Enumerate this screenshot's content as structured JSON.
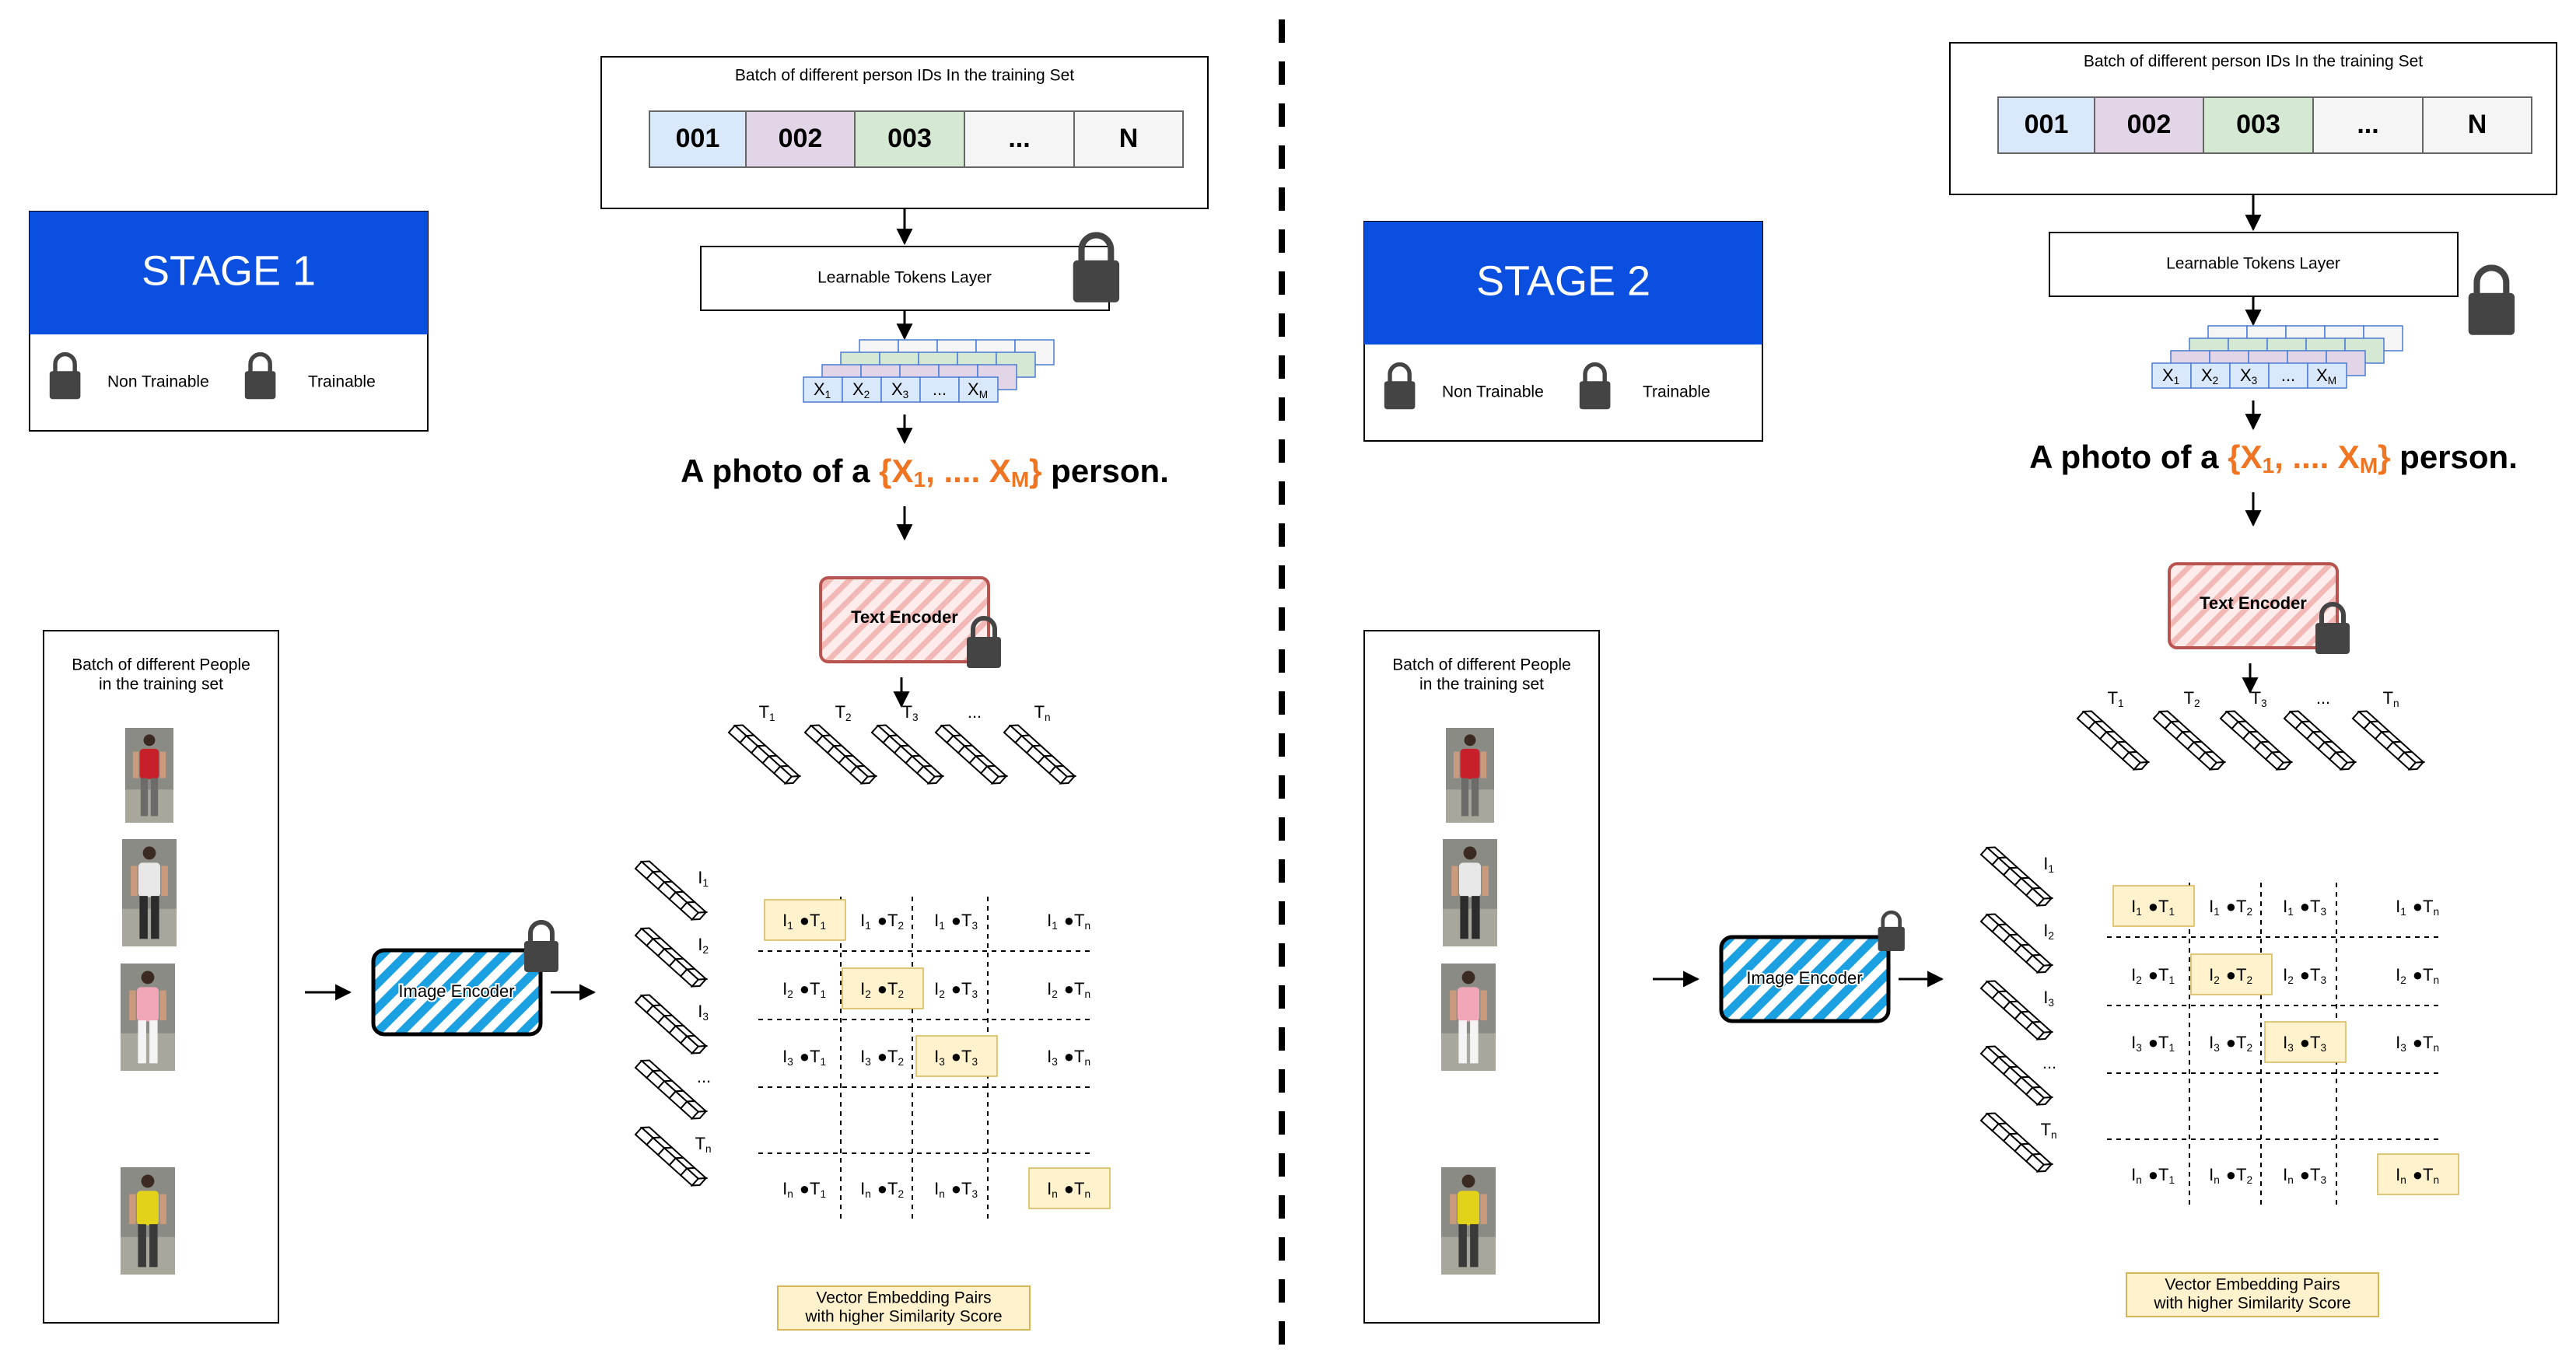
{
  "colors": {
    "stage_header": "#0a4fe0",
    "id_fill": [
      "#dae8fc",
      "#e1d5e7",
      "#d5e8d4",
      "#f5f5f5",
      "#f5f5f5"
    ],
    "highlight": "#fff2cc",
    "highlight_border": "#d6b656",
    "orange": "#f07522",
    "text_encoder": "#f8cecc",
    "text_encoder_border": "#b85450",
    "image_encoder": "#1ba1e2",
    "lock": "#444444"
  },
  "panels": [
    {
      "stage_title": "STAGE 1",
      "legend": {
        "non_trainable": "Non Trainable",
        "trainable": "Trainable"
      },
      "ids_title": "Batch of different person IDs In the training Set",
      "ids": [
        "001",
        "002",
        "003",
        "...",
        "N"
      ],
      "learnable_tokens": "Learnable Tokens Layer",
      "token_cells": [
        "X1",
        "X2",
        "X3",
        "...",
        "XM"
      ],
      "prompt": {
        "before": "A photo of a ",
        "highlight_open": "{X",
        "sub1": "1",
        "dots": ", .... X",
        "subM": "M",
        "highlight_close": "}",
        "after": " person."
      },
      "text_encoder": "Text Encoder",
      "image_encoder": "Image Encoder",
      "people_title": [
        "Batch of different People",
        "in the training set"
      ],
      "t_labels": [
        "T1",
        "T2",
        "T3",
        "...",
        "Tn"
      ],
      "i_labels": [
        "I1",
        "I2",
        "I3",
        "...",
        "Tn"
      ],
      "matrix": [
        [
          "I1 ●T1",
          "I1 ●T2",
          "I1 ●T3",
          "I1 ●Tn"
        ],
        [
          "I2 ●T1",
          "I2 ●T2",
          "I2 ●T3",
          "I2 ●Tn"
        ],
        [
          "I3 ●T1",
          "I3 ●T2",
          "I3 ●T3",
          "I3 ●Tn"
        ],
        [
          "In ●T1",
          "In ●T2",
          "In ●T3",
          "In ●Tn"
        ]
      ],
      "similarity_note": [
        "Vector Embedding Pairs",
        "with higher Similarity Score"
      ]
    },
    {
      "stage_title": "STAGE 2",
      "legend": {
        "non_trainable": "Non Trainable",
        "trainable": "Trainable"
      },
      "ids_title": "Batch of different person IDs In the training Set",
      "ids": [
        "001",
        "002",
        "003",
        "...",
        "N"
      ],
      "learnable_tokens": "Learnable Tokens Layer",
      "token_cells": [
        "X1",
        "X2",
        "X3",
        "...",
        "XM"
      ],
      "prompt": {
        "before": "A photo of a ",
        "highlight_open": "{X",
        "sub1": "1",
        "dots": ", .... X",
        "subM": "M",
        "highlight_close": "}",
        "after": " person."
      },
      "text_encoder": "Text Encoder",
      "image_encoder": "Image Encoder",
      "people_title": [
        "Batch of different People",
        "in the training set"
      ],
      "t_labels": [
        "T1",
        "T2",
        "T3",
        "...",
        "Tn"
      ],
      "i_labels": [
        "I1",
        "I2",
        "I3",
        "...",
        "Tn"
      ],
      "matrix": [
        [
          "I1 ●T1",
          "I1 ●T2",
          "I1 ●T3",
          "I1 ●Tn"
        ],
        [
          "I2 ●T1",
          "I2 ●T2",
          "I2 ●T3",
          "I2 ●Tn"
        ],
        [
          "I3 ●T1",
          "I3 ●T2",
          "I3 ●T3",
          "I3 ●Tn"
        ],
        [
          "In ●T1",
          "In ●T2",
          "In ●T3",
          "In ●Tn"
        ]
      ],
      "similarity_note": [
        "Vector Embedding Pairs",
        "with higher Similarity Score"
      ]
    }
  ]
}
